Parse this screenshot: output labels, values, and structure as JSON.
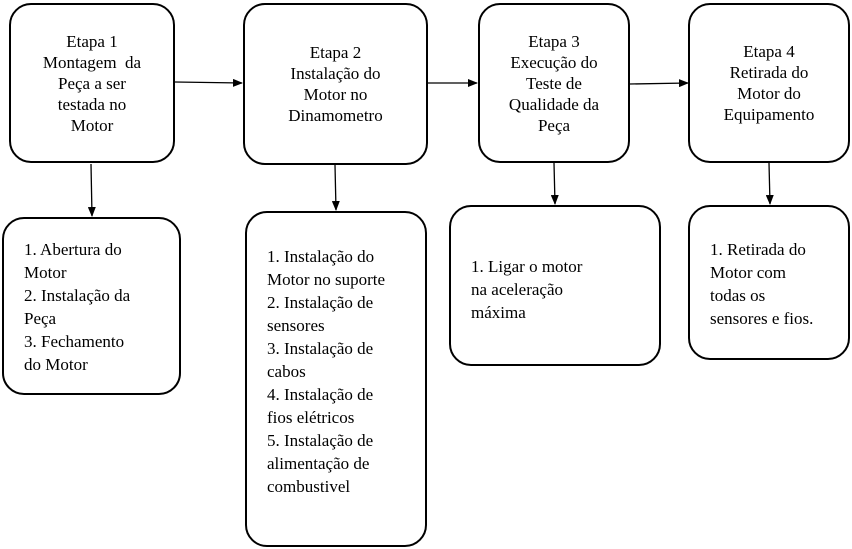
{
  "stages": [
    {
      "lines": [
        "Etapa 1",
        "Montagem  da",
        "Peça a ser",
        "testada no",
        "Motor"
      ]
    },
    {
      "lines": [
        "Etapa 2",
        "Instalação do",
        "Motor no",
        "Dinamometro"
      ]
    },
    {
      "lines": [
        "Etapa 3",
        "Execução do",
        "Teste de",
        "Qualidade da",
        "Peça"
      ]
    },
    {
      "lines": [
        "Etapa 4",
        "Retirada do",
        "Motor do",
        "Equipamento"
      ]
    }
  ],
  "details": [
    {
      "lines": [
        "1. Abertura do",
        "Motor",
        "2. Instalação da",
        "Peça",
        "3. Fechamento",
        "do Motor"
      ]
    },
    {
      "lines": [
        "1. Instalação do",
        "Motor no suporte",
        "2. Instalação de",
        "sensores",
        "3. Instalação de",
        "cabos",
        "4. Instalação de",
        "fios elétricos",
        "5. Instalação de",
        "alimentação de",
        "combustivel"
      ]
    },
    {
      "lines": [
        "1. Ligar o motor",
        "na aceleração",
        "máxima"
      ]
    },
    {
      "lines": [
        "1. Retirada do",
        "Motor com",
        "todas os",
        "sensores e fios."
      ]
    }
  ]
}
